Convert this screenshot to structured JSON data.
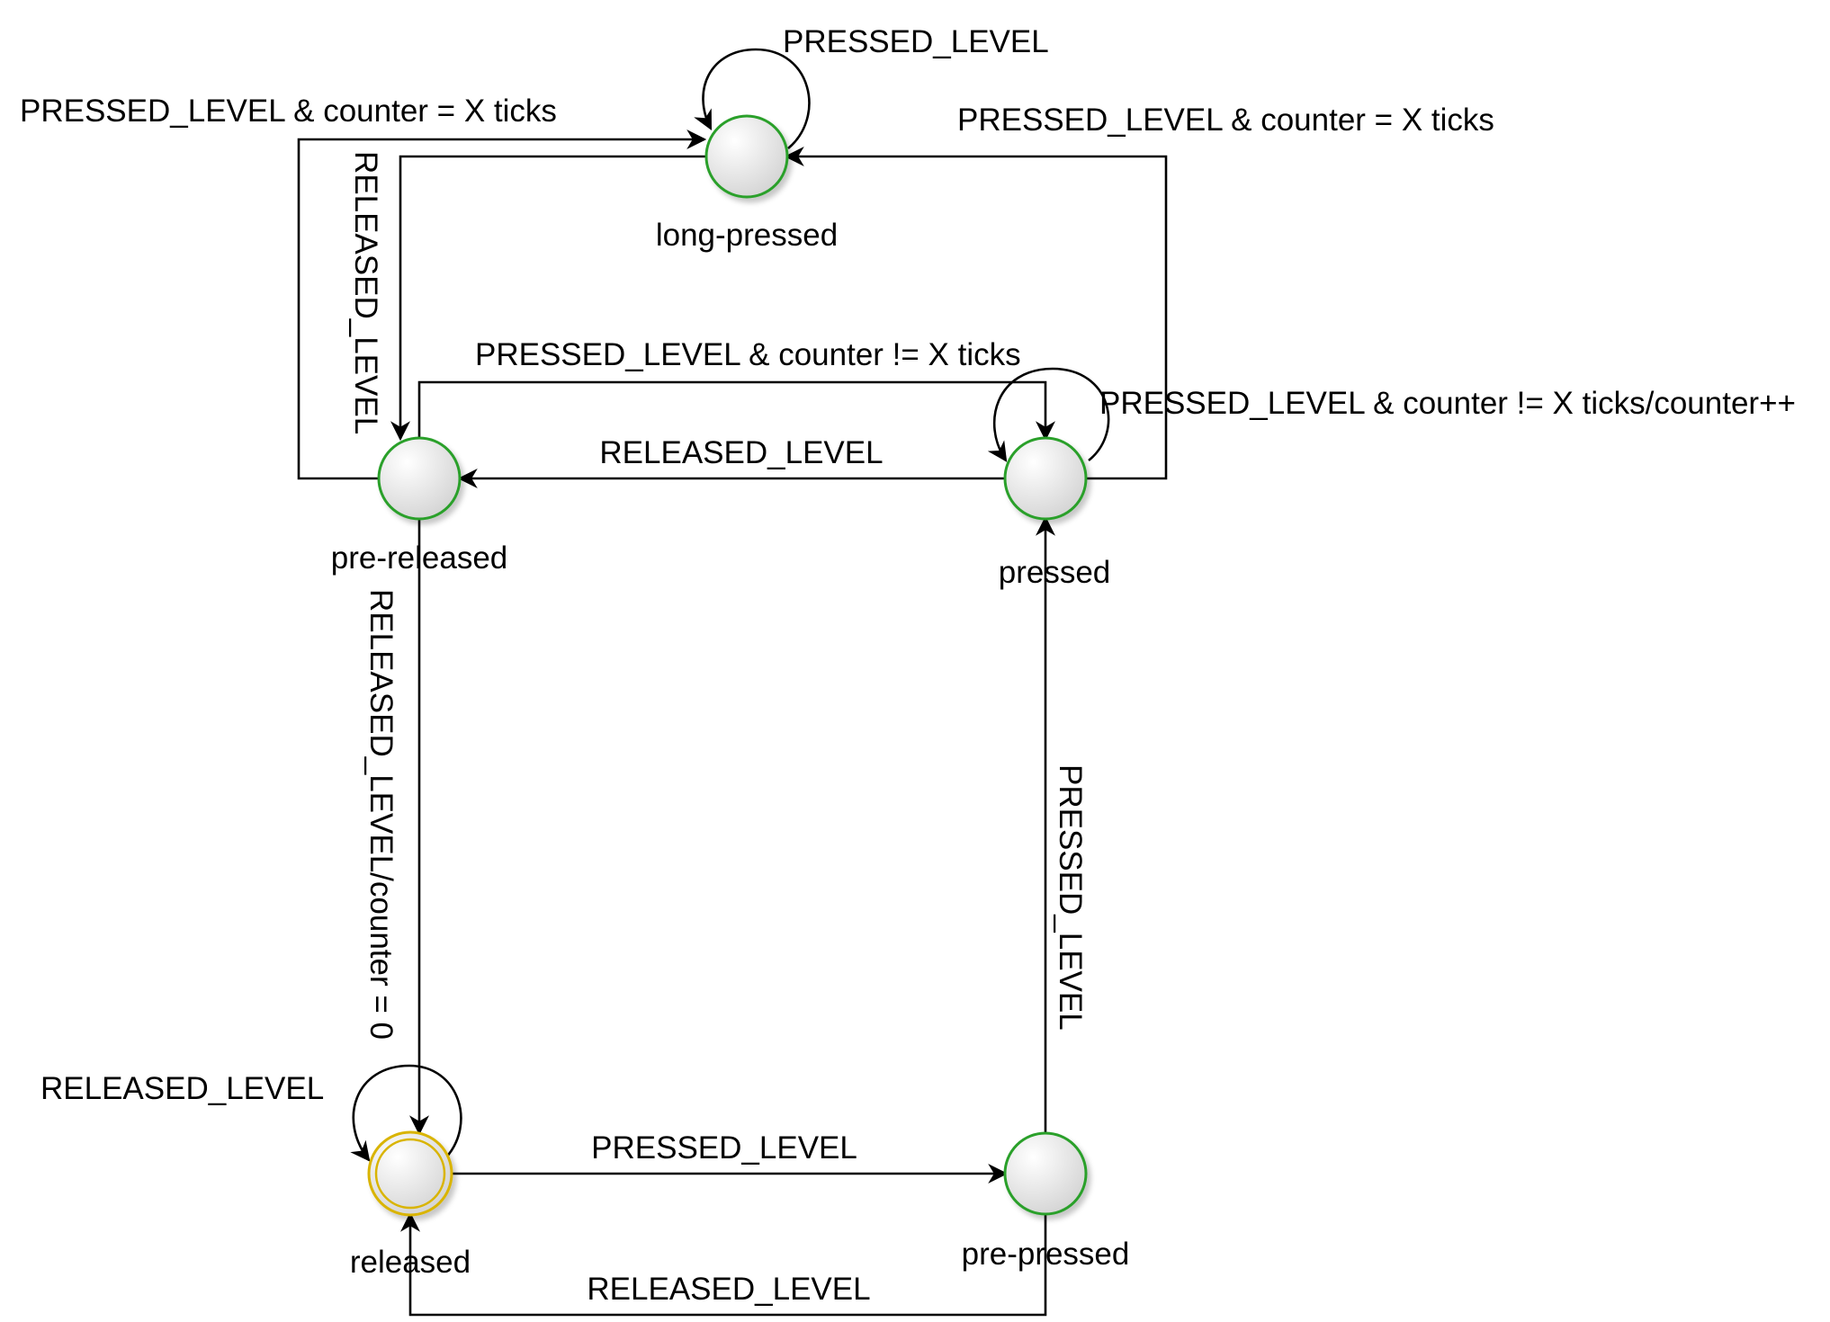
{
  "colors": {
    "state_border": "#2ca02c",
    "initial_border": "#d9b400",
    "state_fill_light": "#ffffff",
    "state_fill_dark": "#d6d6d6",
    "edge": "#000000"
  },
  "states": {
    "long_pressed": "long-pressed",
    "pre_released": "pre-released",
    "pressed": "pressed",
    "released": "released",
    "pre_pressed": "pre-pressed"
  },
  "transitions": {
    "long_pressed_self": "PRESSED_LEVEL",
    "pre_released_to_long_pressed": "PRESSED_LEVEL & counter = X ticks",
    "pressed_to_long_pressed": "PRESSED_LEVEL & counter = X ticks",
    "long_pressed_to_pre_released": "RELEASED_LEVEL",
    "pre_released_to_pressed": "PRESSED_LEVEL & counter != X ticks",
    "pressed_self": "PRESSED_LEVEL & counter != X ticks/counter++",
    "pressed_to_pre_released": "RELEASED_LEVEL",
    "pre_released_to_released": "RELEASED_LEVEL/counter = 0",
    "pre_pressed_to_pressed": "PRESSED_LEVEL",
    "released_self": "RELEASED_LEVEL",
    "released_to_pre_pressed": "PRESSED_LEVEL",
    "pre_pressed_to_released": "RELEASED_LEVEL"
  }
}
